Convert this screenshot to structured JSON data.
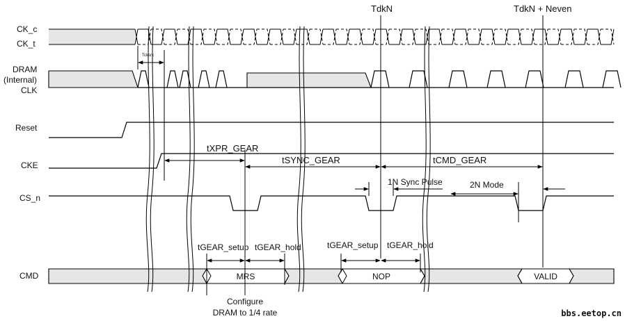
{
  "signals": {
    "ck_c": "CK_c",
    "ck_t": "CK_t",
    "dram_line1": "DRAM",
    "dram_line2": "(Internal)",
    "dram_line3": "CLK",
    "reset": "Reset",
    "cke": "CKE",
    "cs_n": "CS_n",
    "cmd": "CMD"
  },
  "markers": {
    "tdkn": "TdkN",
    "tdkn_neven": "TdkN + Neven"
  },
  "timings": {
    "tcksrx": "Tcksrx",
    "txpr_gear": "tXPR_GEAR",
    "tsync_gear": "tSYNC_GEAR",
    "tcmd_gear": "tCMD_GEAR",
    "sync_pulse": "1N Sync Pulse",
    "mode_2n": "2N Mode",
    "tgear_setup_1": "tGEAR_setup",
    "tgear_hold_1": "tGEAR_hold",
    "tgear_setup_2": "tGEAR_setup",
    "tgear_hold_2": "tGEAR_hold"
  },
  "commands": {
    "mrs": "MRS",
    "nop": "NOP",
    "valid": "VALID"
  },
  "notes": {
    "configure_line1": "Configure",
    "configure_line2": "DRAM to 1/4 rate"
  },
  "watermark": "bbs.eetop.cn"
}
